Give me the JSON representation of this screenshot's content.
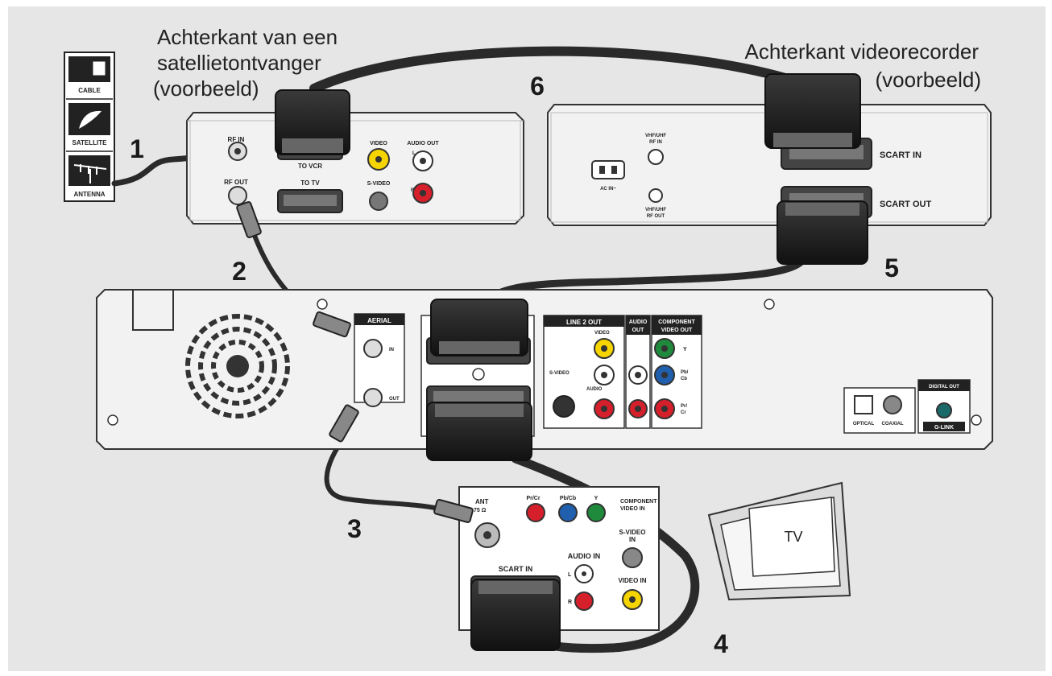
{
  "captions": {
    "satellite_line1": "Achterkant van een",
    "satellite_line2": "satellietontvanger",
    "satellite_line3": "(voorbeeld)",
    "vcr_line1": "Achterkant videorecorder",
    "vcr_line2": "(voorbeeld)"
  },
  "step_numbers": [
    "1",
    "2",
    "3",
    "4",
    "5",
    "6"
  ],
  "sources": {
    "cable": "CABLE",
    "satellite": "SATELLITE",
    "antenna": "ANTENNA"
  },
  "satellite_box": {
    "rf_in": "RF IN",
    "rf_out": "RF OUT",
    "to_vcr": "TO VCR",
    "to_tv": "TO TV",
    "video": "VIDEO",
    "audio_out": "AUDIO OUT",
    "s_video": "S-VIDEO",
    "l": "L",
    "r": "R"
  },
  "vcr": {
    "ac_in": "AC IN~",
    "vhf_rf_in_1": "VHF/UHF",
    "vhf_rf_in_2": "RF IN",
    "vhf_rf_out_1": "VHF/UHF",
    "vhf_rf_out_2": "RF OUT",
    "scart_in": "SCART IN",
    "scart_out": "SCART OUT"
  },
  "recorder": {
    "aerial": "AERIAL",
    "in": "IN",
    "out": "OUT",
    "line2_out": "LINE 2 OUT",
    "video": "VIDEO",
    "s_video": "S-VIDEO",
    "audio": "AUDIO",
    "audio_out_1": "AUDIO",
    "audio_out_2": "OUT",
    "component_1": "COMPONENT",
    "component_2": "VIDEO OUT",
    "y": "Y",
    "pb": "Pb/",
    "cb": "Cb",
    "pr": "Pr/",
    "cr": "Cr",
    "optical": "OPTICAL",
    "coaxial": "COAXIAL",
    "digital_out": "DIGITAL OUT",
    "g_link": "G-LINK"
  },
  "tv_panel": {
    "ant": "ANT",
    "ant_ohm": "75 Ω",
    "pr_cr": "Pr/Cr",
    "pb_cb": "Pb/Cb",
    "y": "Y",
    "component": "COMPONENT",
    "video_in": "VIDEO IN",
    "s_video_in_1": "S-VIDEO",
    "s_video_in_2": "IN",
    "audio_in": "AUDIO IN",
    "l": "L",
    "r": "R",
    "scart_in": "SCART IN",
    "video_in_2": "VIDEO IN"
  },
  "tv": {
    "label": "TV"
  },
  "colors": {
    "background": "#e6e6e6",
    "device": "#f2f2f2",
    "outline": "#333333",
    "yellow": "#f5d400",
    "red": "#d51f2b",
    "green": "#1f8a3c",
    "blue": "#1f5fae",
    "cable": "#2a2a2a"
  }
}
